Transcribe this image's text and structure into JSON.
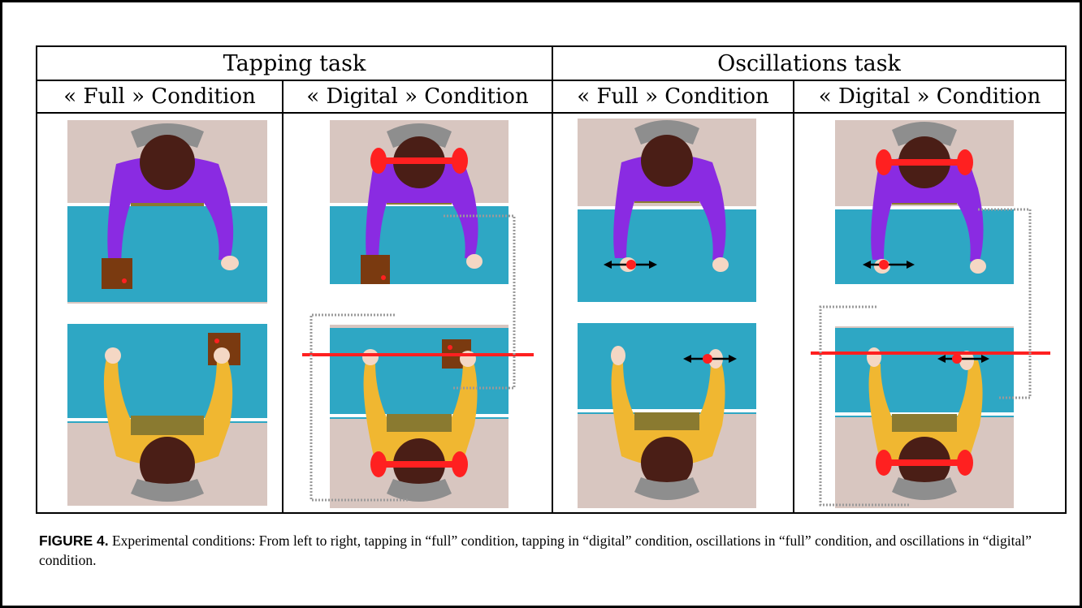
{
  "table": {
    "tasks": [
      "Tapping task",
      "Oscillations task"
    ],
    "conditions": [
      "« Full » Condition",
      "« Digital » Condition",
      "« Full » Condition",
      "« Digital » Condition"
    ]
  },
  "colors": {
    "floor": "#d8c6c0",
    "desk": "#2ea7c4",
    "desk_edge": "#ffffff",
    "shirt_top": "#8a2be2",
    "shirt_bottom": "#f0b731",
    "head": "#4a1e16",
    "chair": "#8e8e8e",
    "tablet": "#7a3a10",
    "marker": "#ff2020",
    "link": "#9a9a9a"
  },
  "caption": {
    "label": "FIGURE 4.",
    "text": " Experimental conditions: From left to right, tapping in “full” condition, tapping in “digital” condition, oscillations in “full” condition, and oscillations in “digital” condition."
  }
}
